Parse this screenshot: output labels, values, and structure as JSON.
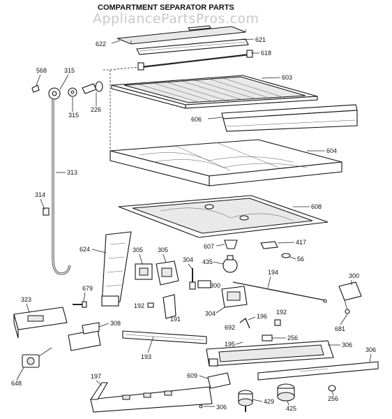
{
  "title": "COMPARTMENT SEPARATOR PARTS",
  "watermark": "AppliancePartsPros.com",
  "labels": {
    "p622": "622",
    "p621": "621",
    "p618": "618",
    "p603": "603",
    "p606": "606",
    "p568": "568",
    "p315a": "315",
    "p315b": "315",
    "p226": "226",
    "p313": "313",
    "p314": "314",
    "p604": "604",
    "p608": "608",
    "p624": "624",
    "p305a": "305",
    "p305b": "305",
    "p607": "607",
    "p417": "417",
    "p56": "56",
    "p304a": "304",
    "p435": "435",
    "p300a": "300",
    "p194": "194",
    "p300b": "300",
    "p679": "679",
    "p323": "323",
    "p192a": "192",
    "p191": "191",
    "p304b": "304",
    "p196": "196",
    "p192b": "192",
    "p681": "681",
    "p308": "308",
    "p692": "692",
    "p256a": "256",
    "p195": "195",
    "p306a": "306",
    "p306b": "306",
    "p193": "193",
    "p648": "648",
    "p197": "197",
    "p609": "609",
    "p256b": "256",
    "p429": "429",
    "p425": "425",
    "p306c": "306"
  }
}
